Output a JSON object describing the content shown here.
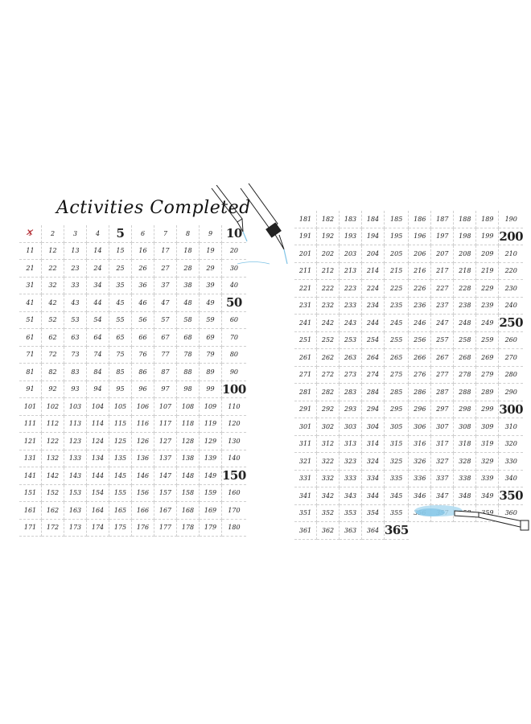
{
  "title": "Activities Completed",
  "left_grid": {
    "rows": [
      [
        "1",
        "2",
        "3",
        "4",
        "5",
        "6",
        "7",
        "8",
        "9",
        "10"
      ],
      [
        "11",
        "12",
        "13",
        "14",
        "15",
        "16",
        "17",
        "18",
        "19",
        "20"
      ],
      [
        "21",
        "22",
        "23",
        "24",
        "25",
        "26",
        "27",
        "28",
        "29",
        "30"
      ],
      [
        "31",
        "32",
        "33",
        "34",
        "35",
        "36",
        "37",
        "38",
        "39",
        "40"
      ],
      [
        "41",
        "42",
        "43",
        "44",
        "45",
        "46",
        "47",
        "48",
        "49",
        "50"
      ],
      [
        "51",
        "52",
        "53",
        "54",
        "55",
        "56",
        "57",
        "58",
        "59",
        "60"
      ],
      [
        "61",
        "62",
        "63",
        "64",
        "65",
        "66",
        "67",
        "68",
        "69",
        "70"
      ],
      [
        "71",
        "72",
        "73",
        "74",
        "75",
        "76",
        "77",
        "78",
        "79",
        "80"
      ],
      [
        "81",
        "82",
        "83",
        "84",
        "85",
        "86",
        "87",
        "88",
        "89",
        "90"
      ],
      [
        "91",
        "92",
        "93",
        "94",
        "95",
        "96",
        "97",
        "98",
        "99",
        "100"
      ],
      [
        "101",
        "102",
        "103",
        "104",
        "105",
        "106",
        "107",
        "108",
        "109",
        "110"
      ],
      [
        "111",
        "112",
        "113",
        "114",
        "115",
        "116",
        "117",
        "118",
        "119",
        "120"
      ],
      [
        "121",
        "122",
        "123",
        "124",
        "125",
        "126",
        "127",
        "128",
        "129",
        "130"
      ],
      [
        "131",
        "132",
        "133",
        "134",
        "135",
        "136",
        "137",
        "138",
        "139",
        "140"
      ],
      [
        "141",
        "142",
        "143",
        "144",
        "145",
        "146",
        "147",
        "148",
        "149",
        "150"
      ],
      [
        "151",
        "152",
        "153",
        "154",
        "155",
        "156",
        "157",
        "158",
        "159",
        "160"
      ],
      [
        "161",
        "162",
        "163",
        "164",
        "165",
        "166",
        "167",
        "168",
        "169",
        "170"
      ],
      [
        "171",
        "172",
        "173",
        "174",
        "175",
        "176",
        "177",
        "178",
        "179",
        "180"
      ]
    ]
  },
  "right_grid": {
    "rows": [
      [
        "181",
        "182",
        "183",
        "184",
        "185",
        "186",
        "187",
        "188",
        "189",
        "190"
      ],
      [
        "191",
        "192",
        "193",
        "194",
        "195",
        "196",
        "197",
        "198",
        "199",
        "200"
      ],
      [
        "201",
        "202",
        "203",
        "204",
        "205",
        "206",
        "207",
        "208",
        "209",
        "210"
      ],
      [
        "211",
        "212",
        "213",
        "214",
        "215",
        "216",
        "217",
        "218",
        "219",
        "220"
      ],
      [
        "221",
        "222",
        "223",
        "224",
        "225",
        "226",
        "227",
        "228",
        "229",
        "230"
      ],
      [
        "231",
        "232",
        "233",
        "234",
        "235",
        "236",
        "237",
        "238",
        "239",
        "240"
      ],
      [
        "241",
        "242",
        "243",
        "244",
        "245",
        "246",
        "247",
        "248",
        "249",
        "250"
      ],
      [
        "251",
        "252",
        "253",
        "254",
        "255",
        "256",
        "257",
        "258",
        "259",
        "260"
      ],
      [
        "261",
        "262",
        "263",
        "264",
        "265",
        "266",
        "267",
        "268",
        "269",
        "270"
      ],
      [
        "271",
        "272",
        "273",
        "274",
        "275",
        "276",
        "277",
        "278",
        "279",
        "280"
      ],
      [
        "281",
        "282",
        "283",
        "284",
        "285",
        "286",
        "287",
        "288",
        "289",
        "290"
      ],
      [
        "291",
        "292",
        "293",
        "294",
        "295",
        "296",
        "297",
        "298",
        "299",
        "300"
      ],
      [
        "301",
        "302",
        "303",
        "304",
        "305",
        "306",
        "307",
        "308",
        "309",
        "310"
      ],
      [
        "311",
        "312",
        "313",
        "314",
        "315",
        "316",
        "317",
        "318",
        "319",
        "320"
      ],
      [
        "321",
        "322",
        "323",
        "324",
        "325",
        "326",
        "327",
        "328",
        "329",
        "330"
      ],
      [
        "331",
        "332",
        "333",
        "334",
        "335",
        "336",
        "337",
        "338",
        "339",
        "340"
      ],
      [
        "341",
        "342",
        "343",
        "344",
        "345",
        "346",
        "347",
        "348",
        "349",
        "350"
      ],
      [
        "351",
        "352",
        "353",
        "354",
        "355",
        "356",
        "357",
        "358",
        "359",
        "360"
      ],
      [
        "361",
        "362",
        "363",
        "364",
        "365"
      ]
    ]
  },
  "milestones": [
    "5",
    "10",
    "50",
    "100",
    "150",
    "200",
    "250",
    "300",
    "350",
    "365"
  ],
  "crossed": [
    "1"
  ],
  "colors": {
    "ink": "#1a1a1a",
    "cross": "#b8323a",
    "paint": "#7fc3e6",
    "grid_line": "#cfcfcf"
  },
  "icons": [
    "fineliner-pen-icon",
    "calligraphy-pen-icon",
    "paintbrush-icon"
  ]
}
